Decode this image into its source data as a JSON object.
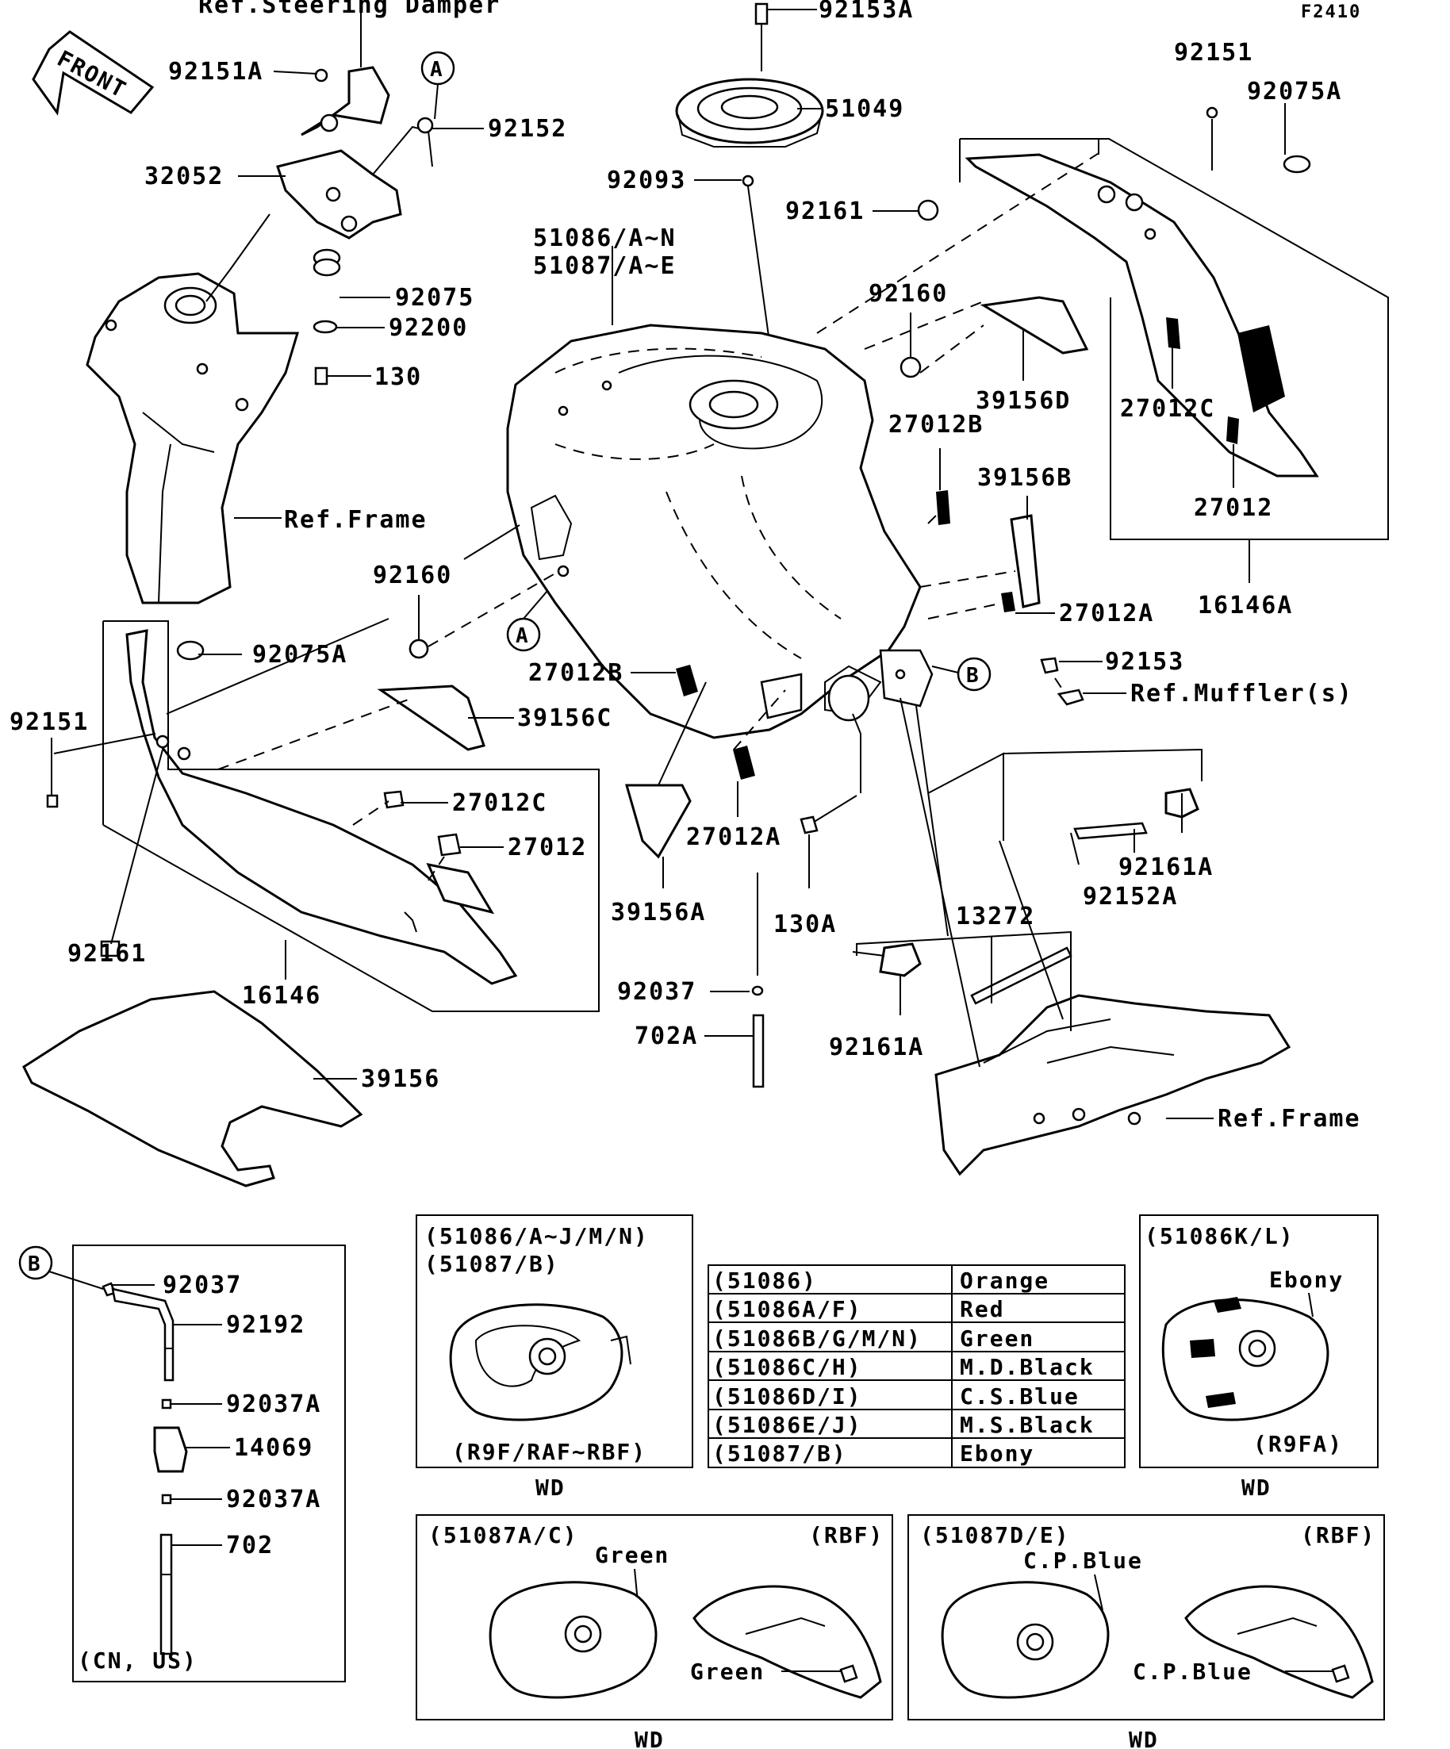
{
  "figure_code": "F2410",
  "front_label": "FRONT",
  "callouts": {
    "ref_steering_damper": "Ref.Steering Damper",
    "p92153A": "92153A",
    "p92151A": "92151A",
    "p92152": "92152",
    "p32052": "32052",
    "p51049": "51049",
    "p92093": "92093",
    "p92151_top": "92151",
    "p92075A_top": "92075A",
    "p92161_top": "92161",
    "p51086": "51086/A~N",
    "p51087": "51087/A~E",
    "p92075": "92075",
    "p92200": "92200",
    "p130": "130",
    "p92160_mid": "92160",
    "p39156D": "39156D",
    "p27012C_right": "27012C",
    "p27012B_top": "27012B",
    "p39156B": "39156B",
    "p27012_right": "27012",
    "ref_frame_left": "Ref.Frame",
    "p92160_left": "92160",
    "p16146A": "16146A",
    "p27012A_right": "27012A",
    "p92075A_left": "92075A",
    "p92153": "92153",
    "ref_mufflers": "Ref.Muffler(s)",
    "p27012B_left": "27012B",
    "p92151_left": "92151",
    "p39156C": "39156C",
    "p27012C_left": "27012C",
    "p27012A_bottom": "27012A",
    "p27012_left": "27012",
    "p92161A_right": "92161A",
    "p92152A": "92152A",
    "p39156A": "39156A",
    "p130A": "130A",
    "p13272": "13272",
    "p92161_left": "92161",
    "p16146": "16146",
    "p92037": "92037",
    "p702A": "702A",
    "p92161A_bottom": "92161A",
    "p39156": "39156",
    "ref_frame_right": "Ref.Frame"
  },
  "markers": {
    "a": "A",
    "b": "B"
  },
  "hose_box": {
    "items": [
      "92037",
      "92192",
      "92037A",
      "14069",
      "92037A",
      "702"
    ],
    "region": "(CN, US)"
  },
  "inset_ajmn": {
    "code1": "(51086/A~J/M/N)",
    "code2": "(51087/B)",
    "model": "(R9F/RAF~RBF)",
    "wd": "WD"
  },
  "color_table": {
    "rows": [
      {
        "code": "(51086)",
        "color": "Orange"
      },
      {
        "code": "(51086A/F)",
        "color": "Red"
      },
      {
        "code": "(51086B/G/M/N)",
        "color": "Green"
      },
      {
        "code": "(51086C/H)",
        "color": "M.D.Black"
      },
      {
        "code": "(51086D/I)",
        "color": "C.S.Blue"
      },
      {
        "code": "(51086E/J)",
        "color": "M.S.Black"
      },
      {
        "code": "(51087/B)",
        "color": "Ebony"
      }
    ]
  },
  "inset_kl": {
    "code": "(51086K/L)",
    "color": "Ebony",
    "model": "(R9FA)",
    "wd": "WD"
  },
  "inset_ac": {
    "code": "(51087A/C)",
    "model": "(RBF)",
    "color_top": "Green",
    "color_side": "Green",
    "wd": "WD"
  },
  "inset_de": {
    "code": "(51087D/E)",
    "model": "(RBF)",
    "color_top": "C.P.Blue",
    "color_side": "C.P.Blue",
    "wd": "WD"
  }
}
